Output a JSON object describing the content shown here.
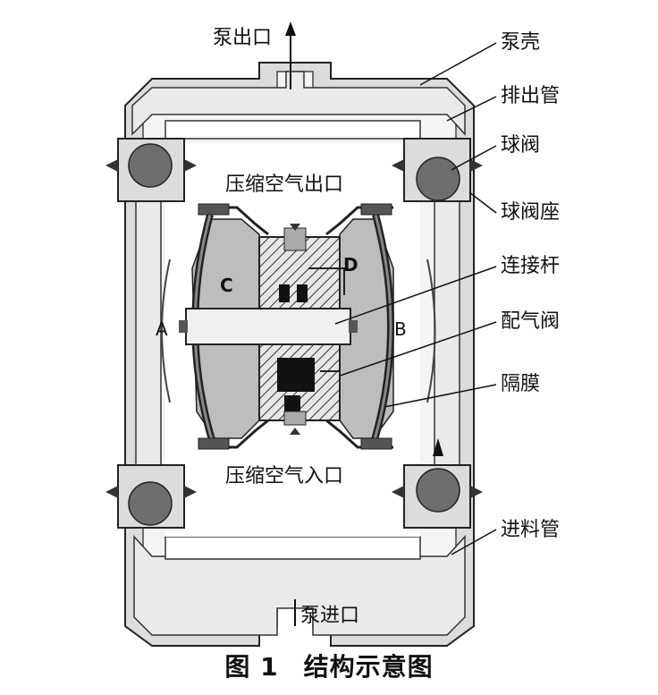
{
  "labels": {
    "pump_outlet": "泵出口",
    "pump_inlet": "泵进口",
    "air_outlet": "压缩空气出口",
    "air_inlet": "压缩空气入口",
    "chamber_a": "A",
    "chamber_b": "B",
    "chamber_c": "C",
    "chamber_d": "D"
  },
  "callouts": {
    "casing": "泵壳",
    "discharge_pipe": "排出管",
    "ball_valve": "球阀",
    "ball_valve_seat": "球阀座",
    "connecting_rod": "连接杆",
    "air_valve": "配气阀",
    "diaphragm": "隔膜",
    "inlet_pipe": "进料管"
  },
  "caption": {
    "figure_number": "图 1",
    "title": "结构示意图"
  }
}
